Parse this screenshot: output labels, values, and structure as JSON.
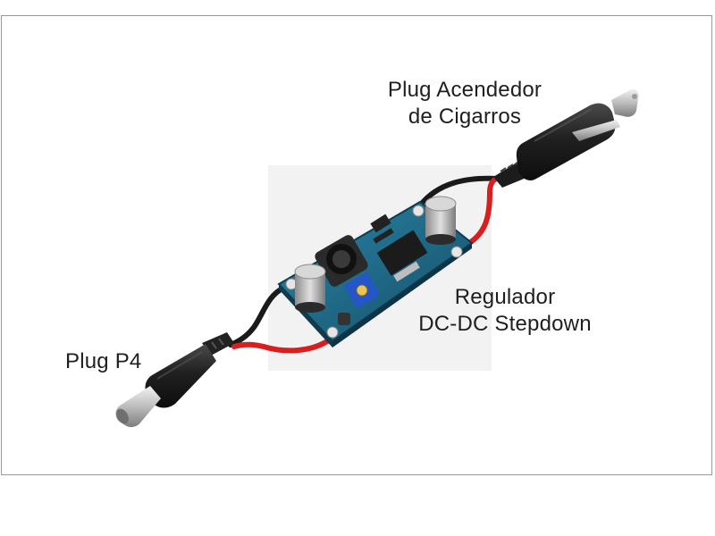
{
  "labels": {
    "cigarette_plug": [
      "Plug Acendedor",
      "de Cigarros"
    ],
    "regulator": [
      "Regulador",
      "DC-DC Stepdown"
    ],
    "p4_plug": "Plug P4"
  },
  "colors": {
    "background": "#ffffff",
    "frame_border": "#9a9a9a",
    "pcb": "#1f6b8a",
    "wire_red": "#d81e1e",
    "wire_black": "#1a1a1a",
    "potentiometer": "#2456c8",
    "plug_body": "#1e1e1e",
    "metal": "#c9c9c9"
  },
  "icons": {
    "cigarette_plug": "car-cigarette-lighter-plug-icon",
    "regulator": "dc-dc-buck-module-icon",
    "p4_plug": "dc-barrel-plug-icon"
  }
}
